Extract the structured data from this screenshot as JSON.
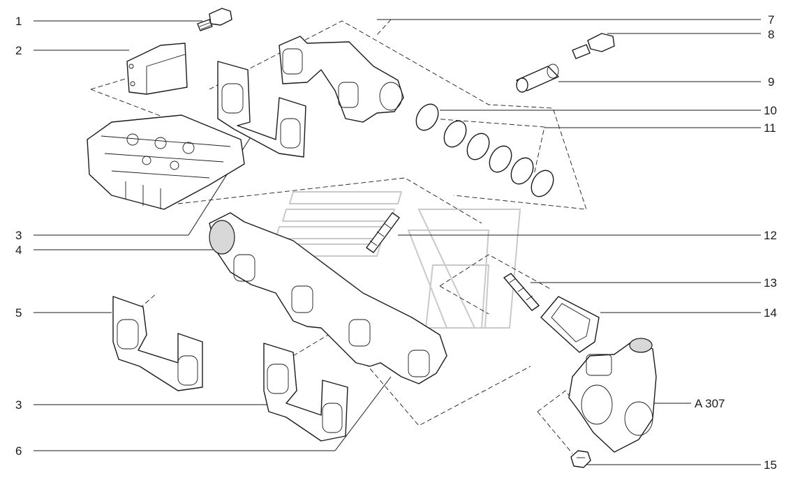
{
  "diagram": {
    "callouts_left": [
      "1",
      "2",
      "3",
      "4",
      "5",
      "3",
      "6"
    ],
    "callouts_right": [
      "7",
      "8",
      "9",
      "10",
      "11",
      "12",
      "13",
      "14",
      "A 307",
      "15"
    ]
  }
}
